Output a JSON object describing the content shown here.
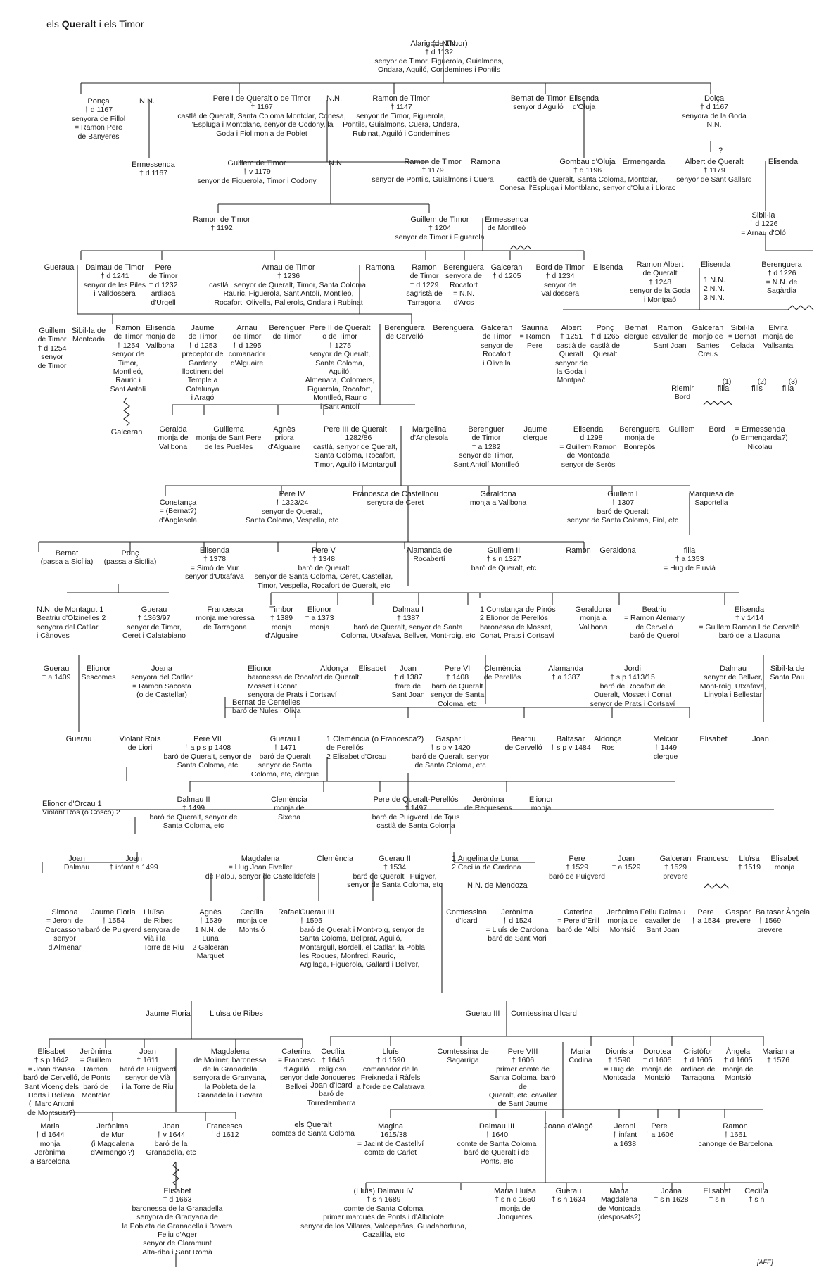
{
  "title": {
    "prefix": "els",
    "family": "Queralt",
    "suffix": "i els Timor"
  },
  "footer": "[AFE]",
  "nodes": {
    "alarig": [
      "Alarig (de Timor)",
      "† d 1132",
      "senyor de Timor, Figuerola, Guialmons,",
      "Ondara, Aguiló, Condemines i Pontils"
    ],
    "alarig_nn": [
      "N.N."
    ],
    "ponca": [
      "Ponça",
      "† d 1167",
      "senyora de Fillol",
      "= Ramon Pere",
      "de Banyeres"
    ],
    "nn_pere": [
      "N.N."
    ],
    "pere1": [
      "Pere I de Queralt o de Timor",
      "† 1167",
      "castlà de Queralt, Santa Coloma Montclar, Conesa,",
      "l'Espluga i Montblanc, senyor de Codony, la",
      "Goda i Fiol monja de Poblet"
    ],
    "nn_ramon": [
      "N.N."
    ],
    "ramon1147": [
      "Ramon de Timor",
      "† 1147",
      "senyor de Timor, Figuerola,",
      "Pontils, Guialmons, Cuera, Ondara,",
      "Rubinat, Aguiló i Condemines"
    ],
    "bernat_t": [
      "Bernat de Timor",
      "senyor d'Aguiló"
    ],
    "elisenda_o": [
      "Elisenda",
      "d'Oluja"
    ],
    "dolca": [
      "Dolça",
      "† d 1167",
      "senyora de la Goda",
      "N.N."
    ],
    "ermessenda1167": [
      "Ermessenda",
      "† d 1167"
    ],
    "guillem1179": [
      "Guillem de Timor",
      "† v 1179",
      "senyor de Figuerola, Timor i Codony"
    ],
    "nn_guillem": [
      "N.N."
    ],
    "ramon1179": [
      "Ramon de Timor",
      "† 1179",
      "senyor de Pontils, Guialmons i Cuera"
    ],
    "ramona1": [
      "Ramona"
    ],
    "gombau": [
      "Gombau d'Oluja",
      "† d 1196",
      "castlà de Queralt, Santa Coloma, Montclar,",
      "Conesa, l'Espluga i Montblanc, senyor d'Oluja i Llorac"
    ],
    "ermengarda": [
      "Ermengarda"
    ],
    "q_mark1": [
      "?"
    ],
    "albert1179": [
      "Albert de Queralt",
      "† 1179",
      "senyor de Sant Gallard"
    ],
    "elisenda_a": [
      "Elisenda"
    ],
    "ramon1192": [
      "Ramon de Timor",
      "† 1192"
    ],
    "guillem1204": [
      "Guillem de Timor",
      "† 1204",
      "senyor de Timor i Figuerola"
    ],
    "ermessenda_m": [
      "Ermessenda",
      "de Montlleó"
    ],
    "sibilla1226": [
      "Sibil·la",
      "† d 1226",
      "= Arnau d'Oló"
    ],
    "gueraua": [
      "Gueraua"
    ],
    "dalmau1241": [
      "Dalmau de Timor",
      "† d 1241",
      "senyor de les Piles",
      "i Valldossera"
    ],
    "pere1232": [
      "Pere",
      "de Timor",
      "† d 1232",
      "ardiaca",
      "d'Urgell"
    ],
    "arnau1236": [
      "Arnau de Timor",
      "† 1236",
      "castlà i senyor de Queralt, Timor, Santa Coloma,",
      "Rauric, Figuerola, Sant Antolí, Montlleó,",
      "Rocafort, Olivella, Pallerols, Ondara i Rubinat"
    ],
    "ramona2": [
      "Ramona"
    ],
    "ramon1229": [
      "Ramon",
      "de Timor",
      "† d 1229",
      "sagristà de",
      "Tarragona"
    ],
    "berenguera_r": [
      "Berenguera",
      "senyora de",
      "Rocafort",
      "= N.N.",
      "d'Arcs"
    ],
    "galceran1205": [
      "Galceran",
      "† d 1205"
    ],
    "bord1234": [
      "Bord de Timor",
      "† d 1234",
      "senyor de",
      "Valldossera"
    ],
    "elisenda_b": [
      "Elisenda"
    ],
    "ramon_albert": [
      "Ramon Albert",
      "de Queralt",
      "† 1248",
      "senyor de la Goda",
      "i Montpaó"
    ],
    "elisenda_ra": [
      "Elisenda"
    ],
    "nn123": [
      "1 N.N.",
      "2 N.N.",
      "3 N.N."
    ],
    "berenguera1226": [
      "Berenguera",
      "† d 1226",
      "= N.N. de",
      "Sagàrdia"
    ],
    "guillem1254": [
      "Guillem",
      "de Timor",
      "† d 1254",
      "senyor",
      "de Timor"
    ],
    "sibilla_m": [
      "Sibil·la de",
      "Montcada"
    ],
    "ramon1254": [
      "Ramon",
      "de Timor",
      "† 1254",
      "senyor de",
      "Timor,",
      "Montlleó,",
      "Rauric i",
      "Sant Antolí"
    ],
    "elisenda_v": [
      "Elisenda",
      "monja de",
      "Vallbona"
    ],
    "jaume1253": [
      "Jaume",
      "de Timor",
      "† d 1253",
      "preceptor de",
      "Gardeny",
      "lloctinent del",
      "Temple a",
      "Catalunya",
      "i Aragó"
    ],
    "arnau1295": [
      "Arnau",
      "de Timor",
      "† d 1295",
      "comanador",
      "d'Alguaire"
    ],
    "berenguer_t": [
      "Berenguer",
      "de Timor"
    ],
    "pere2": [
      "Pere II de Queralt",
      "o de Timor",
      "† 1275",
      "senyor de Queralt,",
      "Santa Coloma, Aguiló,",
      "Almenara, Colomers,",
      "Figuerola, Rocafort,",
      "Montlleó, Rauric",
      "i Sant Antolí"
    ],
    "berenguera_c": [
      "Berenguera",
      "de Cervelló"
    ],
    "berenguera2": [
      "Berenguera"
    ],
    "galceran_t": [
      "Galceran",
      "de Timor",
      "senyor de",
      "Rocafort",
      "i Olivella"
    ],
    "saurina": [
      "Saurina",
      "= Ramon",
      "Pere"
    ],
    "albert1251": [
      "Albert",
      "† 1251",
      "castlà de",
      "Queralt",
      "senyor de",
      "la Goda i",
      "Montpaó"
    ],
    "ponc1265": [
      "Ponç",
      "† d 1265",
      "castlà de",
      "Queralt"
    ],
    "bernat_cl": [
      "Bernat",
      "clergue"
    ],
    "ramon_sj": [
      "Ramon",
      "cavaller de",
      "Sant Joan"
    ],
    "galceran_sc": [
      "Galceran",
      "monjo de",
      "Santes",
      "Creus"
    ],
    "sibilla_c": [
      "Sibil·la",
      "= Bernat",
      "Celada"
    ],
    "elvira": [
      "Elvira",
      "monja de",
      "Vallsanta"
    ],
    "riemir": [
      "Riemir",
      "Bord"
    ],
    "filla1": [
      "filla"
    ],
    "fills2": [
      "fills"
    ],
    "filla3": [
      "filla"
    ],
    "galceran_b": [
      "Galceran"
    ],
    "geralda": [
      "Geralda",
      "monja de",
      "Vallbona"
    ],
    "guillema": [
      "Guillema",
      "monja de Sant Pere",
      "de les Puel·les"
    ],
    "agnes_p": [
      "Agnès",
      "priora",
      "d'Alguaire"
    ],
    "pere3": [
      "Pere III de Queralt",
      "† 1282/86",
      "castlà, senyor de Queralt,",
      "Santa Coloma, Rocafort,",
      "Timor, Aguiló i Montargull"
    ],
    "margelina": [
      "Margelina",
      "d'Anglesola"
    ],
    "berenguer1282": [
      "Berenguer",
      "de Timor",
      "† a 1282",
      "senyor de Timor,",
      "Sant Antolí Montlleó"
    ],
    "jaume_cl": [
      "Jaume",
      "clergue"
    ],
    "elisenda1298": [
      "Elisenda",
      "† d 1298",
      "= Guillem Ramon",
      "de Montcada",
      "senyor de Seròs"
    ],
    "berenguera_b": [
      "Berenguera",
      "monja de",
      "Bonrepòs"
    ],
    "guillem_x": [
      "Guillem"
    ],
    "bord_x": [
      "Bord"
    ],
    "ermessenda_n": [
      "= Ermessenda",
      "(o Ermengarda?)",
      "Nicolau"
    ],
    "constanca": [
      "Constança",
      "= (Bernat?)",
      "d'Anglesola"
    ],
    "pere4": [
      "Pere IV",
      "† 1323/24",
      "senyor de Queralt,",
      "Santa Coloma, Vespella, etc"
    ],
    "francesca_c": [
      "Francesca de Castellnou",
      "senyora de Ceret"
    ],
    "geraldona_v": [
      "Geraldona",
      "monja a Vallbona"
    ],
    "guillem1": [
      "Guillem I",
      "† 1307",
      "baró de Queralt",
      "senyor de Santa Coloma, Fiol, etc"
    ],
    "marquesa": [
      "Marquesa de",
      "Saportella"
    ],
    "bernat_s": [
      "Bernat",
      "(passa a Sicília)"
    ],
    "ponc_s": [
      "Ponç",
      "(passa a Sicília)"
    ],
    "elisenda1378": [
      "Elisenda",
      "† 1378",
      "= Simó de Mur",
      "senyor d'Utxafava"
    ],
    "pere5": [
      "Pere V",
      "† 1348",
      "baró de Queralt",
      "senyor de Santa Coloma, Ceret, Castellar,",
      "Timor, Vespella, Rocafort de Queralt, etc"
    ],
    "alamanda": [
      "Alamanda de",
      "Rocabertí"
    ],
    "guillem2": [
      "Guillem II",
      "† s n 1327",
      "baró de Queralt, etc"
    ],
    "ramon_g": [
      "Ramon"
    ],
    "geraldona_r": [
      "Geraldona"
    ],
    "filla1353": [
      "filla",
      "† a 1353",
      "= Hug de Fluvià"
    ],
    "nn_montagut": [
      "N.N. de Montagut 1",
      "Beatriu d'Olzinelles 2",
      "senyora del Catllar",
      "i Cànoves"
    ],
    "guerau1363": [
      "Guerau",
      "† 1363/97",
      "senyor de Timor,",
      "Ceret i Calatabiano"
    ],
    "francesca_m": [
      "Francesca",
      "monja menoressa",
      "de Tarragona"
    ],
    "timbor": [
      "Timbor",
      "† 1389",
      "monja",
      "d'Alguaire"
    ],
    "elionor1373": [
      "Elionor",
      "† a 1373",
      "monja"
    ],
    "dalmau1": [
      "Dalmau I",
      "† 1387",
      "baró de Queralt, senyor de Santa",
      "Coloma, Utxafava, Bellver, Mont-roig, etc"
    ],
    "constanca_p": [
      "1 Constança de Pinós",
      "2 Elionor de Perellós",
      "baronessa de Mosset,",
      "Conat, Prats i Cortsaví"
    ],
    "geraldona_v2": [
      "Geraldona",
      "monja a",
      "Vallbona"
    ],
    "beatriu": [
      "Beatriu",
      "= Ramon Alemany",
      "de Cervelló",
      "baró de Querol"
    ],
    "elisenda1414": [
      "Elisenda",
      "† v 1414",
      "= Guillem Ramon I de Cervelló",
      "baró de la Llacuna"
    ],
    "guerau1409": [
      "Guerau",
      "† a 1409"
    ],
    "elionor_s": [
      "Elionor",
      "Sescomes"
    ],
    "joana_c": [
      "Joana",
      "senyora del Catllar",
      "= Ramon Sacosta",
      "(o de Castellar)"
    ],
    "elionor_r": [
      "Elionor",
      "baronessa de Rocafort de Queralt,",
      "Mosset i Conat",
      "senyora de Prats i Cortsaví"
    ],
    "bernat_c": [
      "Bernat de Centelles",
      "baró de Nules i Oliva"
    ],
    "aldonca": [
      "Aldonça"
    ],
    "elisabet1": [
      "Elisabet"
    ],
    "joan1387": [
      "Joan",
      "† d 1387",
      "frare de",
      "Sant Joan"
    ],
    "pere6": [
      "Pere VI",
      "† 1408",
      "baró de Queralt",
      "senyor de Santa",
      "Coloma, etc"
    ],
    "clemencia_p": [
      "Clemència",
      "de Perellós"
    ],
    "alamanda1387": [
      "Alamanda",
      "† a 1387"
    ],
    "jordi": [
      "Jordi",
      "† s p 1413/15",
      "baró de Rocafort de",
      "Queralt, Mosset i Conat",
      "senyor de Prats i Cortsaví"
    ],
    "dalmau_b": [
      "Dalmau",
      "senyor de Bellver,",
      "Mont-roig, Utxafava,",
      "Linyola i Bellestar"
    ],
    "sibilla_sp": [
      "Sibil·la de",
      "Santa Pau"
    ],
    "guerau_x": [
      "Guerau"
    ],
    "violant": [
      "Violant Roís",
      "de Liori"
    ],
    "pere7": [
      "Pere VII",
      "† a p s p 1408",
      "baró de Queralt, senyor de",
      "Santa Coloma, etc"
    ],
    "guerau_i": [
      "Guerau I",
      "† 1471",
      "baró de Queralt",
      "senyor de Santa",
      "Coloma, etc, clergue"
    ],
    "clemencia2": [
      "1 Clemència (o Francesca?)",
      "de Perellós",
      "2 Elisabet d'Orcau"
    ],
    "gaspar1": [
      "Gaspar I",
      "† s p v 1420",
      "baró de Queralt, senyor",
      "de Santa Coloma, etc"
    ],
    "beatriu_c": [
      "Beatriu",
      "de Cervelló"
    ],
    "baltasar1": [
      "Baltasar",
      "† s p v 1484"
    ],
    "aldonca_r": [
      "Aldonça",
      "Ros"
    ],
    "melcior": [
      "Melcior",
      "† 1449",
      "clergue"
    ],
    "elisabet2": [
      "Elisabet"
    ],
    "joan_x": [
      "Joan"
    ],
    "elionor_o": [
      "Elionor d'Orcau 1",
      "Violant Ros (o Coscó) 2"
    ],
    "dalmau2": [
      "Dalmau II",
      "† 1499",
      "baró de Queralt, senyor de",
      "Santa Coloma, etc"
    ],
    "clemencia_s": [
      "Clemència",
      "monja de",
      "Sixena"
    ],
    "pere_qp": [
      "Pere de Queralt-Perellós",
      "† 1497",
      "baró de Puigverd i de Tous",
      "castlà de Santa Coloma"
    ],
    "jeronima_r": [
      "Jerònima",
      "de Requesens"
    ],
    "elionor_m": [
      "Elionor",
      "monja"
    ],
    "joan_d": [
      "Joan",
      "Dalmau"
    ],
    "joan_inf": [
      "Joan",
      "† infant a 1499"
    ],
    "magdalena": [
      "Magdalena",
      "= Hug Joan Fiveller",
      "de Palou, senyor de Castelldefels"
    ],
    "clemencia3": [
      "Clemència"
    ],
    "guerau2": [
      "Guerau II",
      "† 1534",
      "baró de Queralt i Puigver,",
      "senyor de Santa Coloma, etc"
    ],
    "angelina": [
      "1 Angelina de Luna",
      "2 Cecília de Cardona"
    ],
    "nn_mendoza": [
      "N.N. de Mendoza"
    ],
    "pere1529": [
      "Pere",
      "† 1529",
      "baró de Puigverd"
    ],
    "joan1529": [
      "Joan",
      "† a 1529"
    ],
    "galceran1529": [
      "Galceran",
      "† 1529",
      "prevere"
    ],
    "francesc": [
      "Francesc"
    ],
    "lluisa1519": [
      "Lluïsa",
      "† 1519"
    ],
    "elisabet_m": [
      "Elisabet",
      "monja"
    ],
    "simona": [
      "Simona",
      "= Jeroni de",
      "Carcassona",
      "senyor",
      "d'Almenar"
    ],
    "jaume_f": [
      "Jaume Floria",
      "† 1554",
      "baró de Puigverd"
    ],
    "lluisa_r": [
      "Lluïsa",
      "de Ribes",
      "senyora de",
      "Vià i la",
      "Torre de Riu"
    ],
    "agnes1539": [
      "Agnès",
      "† 1539",
      "1 N.N. de",
      "Luna",
      "2 Galceran",
      "Marquet"
    ],
    "cecilia_m": [
      "Cecília",
      "monja de",
      "Montsió"
    ],
    "rafael": [
      "Rafael"
    ],
    "guerau3": [
      "Guerau III",
      "† 1595",
      "baró de Queralt i Mont-roig, senyor de",
      "Santa Coloma, Bellprat, Aguiló,",
      "Montargull, Bordell, el Catllar, la Pobla,",
      "les Roques, Monfred, Rauric,",
      "Argilaga, Figuerola, Gallard i Bellver,"
    ],
    "comtessina": [
      "Comtessina",
      "d'Icard"
    ],
    "jeronima1524": [
      "Jerònima",
      "† d 1524",
      "= Lluís de Cardona",
      "baró de Sant Mori"
    ],
    "caterina_e": [
      "Caterina",
      "= Pere d'Erill",
      "baró de l'Albi"
    ],
    "jeronima_m": [
      "Jerònima",
      "monja de",
      "Montsió"
    ],
    "feliu": [
      "Feliu Dalmau",
      "cavaller de",
      "Sant Joan"
    ],
    "pere1534": [
      "Pere",
      "† a 1534"
    ],
    "gaspar_p": [
      "Gaspar",
      "prevere"
    ],
    "baltasar2": [
      "Baltasar",
      "† 1569",
      "prevere"
    ],
    "angela": [
      "Àngela"
    ],
    "jaume_f2": [
      "Jaume Floria"
    ],
    "lluisa_r2": [
      "Lluïsa de Ribes"
    ],
    "guerau3b": [
      "Guerau III"
    ],
    "comtessina2": [
      "Comtessina d'Icard"
    ],
    "elisabet1642": [
      "Elisabet",
      "† s p 1642",
      "= Joan d'Ansa",
      "baró de Cervelló,",
      "Sant Vicenç dels",
      "Horts i Bellera",
      "(i Marc Antoni",
      "de Montsuar?)"
    ],
    "jeronima_g": [
      "Jerònima",
      "= Guillem",
      "Ramon",
      "de Ponts",
      "baró de",
      "Montclar"
    ],
    "joan1611": [
      "Joan",
      "† 1611",
      "baró de Puigverd",
      "senyor de Vià",
      "i la Torre de Riu"
    ],
    "magdalena_m": [
      "Magdalena",
      "de Moliner, baronessa",
      "de la Granadella",
      "senyora de Granyana,",
      "la Pobleta de la",
      "Granadella i Bovera"
    ],
    "caterina_a": [
      "Caterina",
      "= Francesc",
      "d'Agulló",
      "senyor de",
      "Bellvei"
    ],
    "cecilia1646": [
      "Cecília",
      "† 1646",
      "religiosa",
      "de Jonqueres"
    ],
    "joan_icard": [
      "Joan d'Icard",
      "baró de",
      "Torredembarra"
    ],
    "lluis1590": [
      "Lluís",
      "† d 1590",
      "comanador de la",
      "Freixneda i Ràfels",
      "a l'orde de Calatrava"
    ],
    "comtessina_s": [
      "Comtessina de",
      "Sagarriga"
    ],
    "pere8": [
      "Pere VIII",
      "† 1606",
      "primer comte de",
      "Santa Coloma, baró de",
      "Queralt, etc, cavaller",
      "de Sant Jaume"
    ],
    "maria_c": [
      "Maria",
      "Codina"
    ],
    "dionisia": [
      "Dionísia",
      "† 1590",
      "= Hug de",
      "Montcada"
    ],
    "dorotea": [
      "Dorotea",
      "† d 1605",
      "monja de",
      "Montsió"
    ],
    "cristofor": [
      "Cristòfor",
      "† d 1605",
      "ardiaca de",
      "Tarragona"
    ],
    "angela1605": [
      "Àngela",
      "† d 1605",
      "monja de",
      "Montsió"
    ],
    "marianna": [
      "Marianna",
      "† 1576"
    ],
    "queralt_comtes": [
      "els Queralt",
      "comtes de Santa Coloma"
    ],
    "maria1644": [
      "Maria",
      "† d 1644",
      "monja",
      "Jerònima",
      "a Barcelona"
    ],
    "jeronima_mur": [
      "Jerònima",
      "de Mur",
      "(i Magdalena",
      "d'Armengol?)"
    ],
    "joan1644": [
      "Joan",
      "† v 1644",
      "baró de la",
      "Granadella, etc"
    ],
    "francesca1612": [
      "Francesca",
      "† d 1612"
    ],
    "magina": [
      "Magina",
      "† 1615/38",
      "= Jacint de Castellví",
      "comte de Carlet"
    ],
    "dalmau3": [
      "Dalmau III",
      "† 1640",
      "comte de Santa Coloma",
      "baró de Queralt i de",
      "Ponts, etc"
    ],
    "joana_a": [
      "Joana d'Alagó"
    ],
    "jeroni1638": [
      "Jeroni",
      "† infant",
      "a 1638"
    ],
    "pere1606": [
      "Pere",
      "† a 1606"
    ],
    "ramon1661": [
      "Ramon",
      "† 1661",
      "canonge de Barcelona"
    ],
    "elisabet1663": [
      "Elisabet",
      "† d 1663",
      "baronessa de la Granadella",
      "senyora de Granyana de",
      "la Pobleta de Granadella i Bovera",
      "Feliu d'Àger",
      "senyor de Claramunt",
      "Alta-riba i Sant Romà"
    ],
    "dalmau4": [
      "(Lluís) Dalmau IV",
      "† s n 1689",
      "comte de Santa Coloma",
      "primer marquès de Ponts i d'Albolote",
      "senyor de los Villares, Valdepeñas, Guadahortuna, Cazalilla, etc"
    ],
    "maria_lluisa": [
      "Maria Lluïsa",
      "† s n d 1650",
      "monja de",
      "Jonqueres"
    ],
    "guerau1634": [
      "Guerau",
      "† s n 1634"
    ],
    "maria_mag": [
      "Maria",
      "Magdalena",
      "de Montcada",
      "(desposats?)"
    ],
    "joana1628": [
      "Joana",
      "† s n 1628"
    ],
    "elisabet_sn": [
      "Elisabet",
      "† s n"
    ],
    "cecilia_sn": [
      "Cecília",
      "† s n"
    ]
  },
  "labels": {
    "n1": "(1)",
    "n2": "(2)",
    "n3": "(3)",
    "q": "?"
  }
}
